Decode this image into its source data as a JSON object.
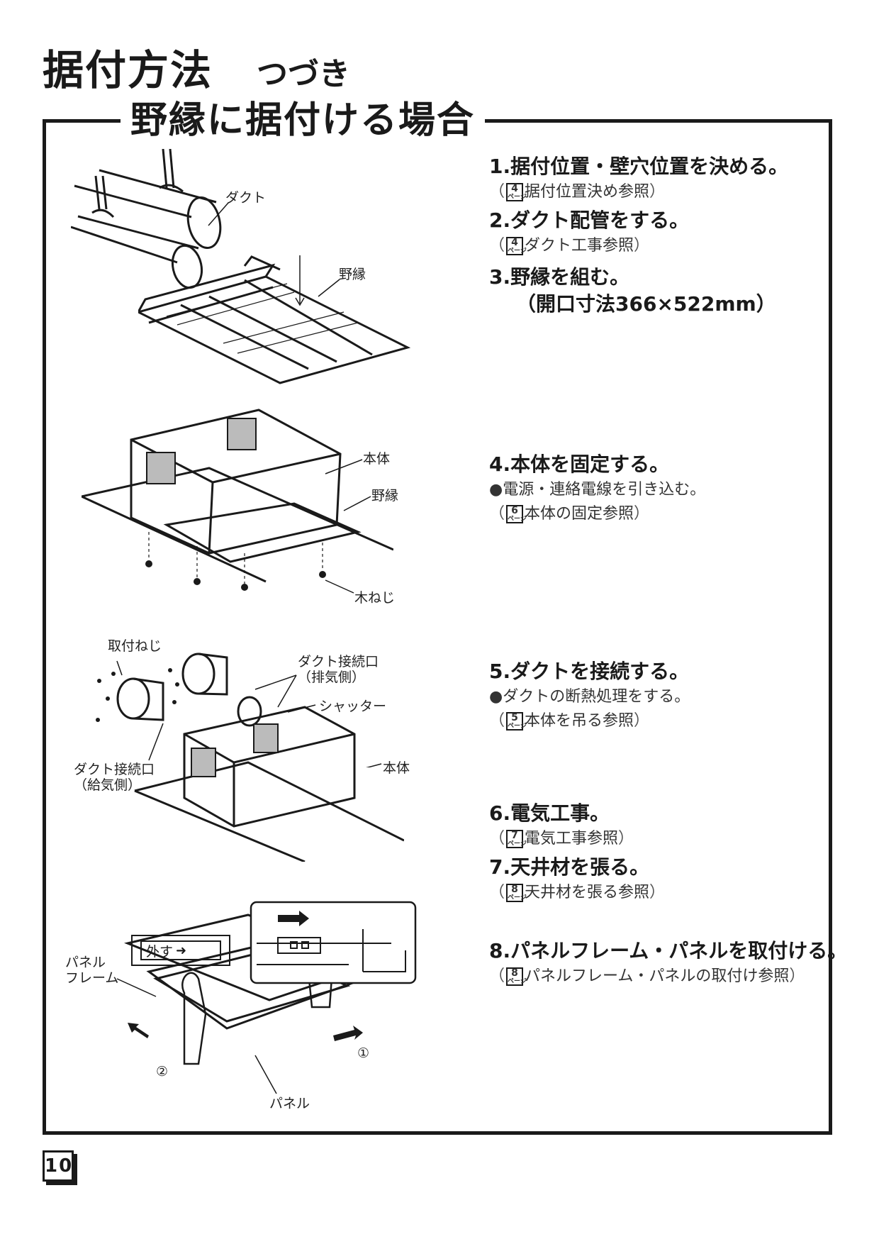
{
  "header": {
    "title": "据付方法",
    "subtitle": "つづき"
  },
  "section": {
    "heading": "野縁に据付ける場合"
  },
  "steps": [
    {
      "title": "1.据付位置・壁穴位置を決める。",
      "refs": [
        {
          "page": "4",
          "text": "据付位置決め参照"
        }
      ]
    },
    {
      "title": "2.ダクト配管をする。",
      "refs": [
        {
          "page": "4",
          "text": "ダクト工事参照"
        }
      ]
    },
    {
      "title": "3.野縁を組む。",
      "title2": "（開口寸法366×522mm）"
    },
    {
      "title": "4.本体を固定する。",
      "note": "●電源・連絡電線を引き込む。",
      "refs": [
        {
          "page": "6",
          "text": "本体の固定参照"
        }
      ]
    },
    {
      "title": "5.ダクトを接続する。",
      "note": "●ダクトの断熱処理をする。",
      "refs": [
        {
          "page": "5",
          "text": "本体を吊る参照"
        }
      ]
    },
    {
      "title": "6.電気工事。",
      "refs": [
        {
          "page": "7",
          "text": "電気工事参照"
        }
      ]
    },
    {
      "title": "7.天井材を張る。",
      "refs": [
        {
          "page": "8",
          "text": "天井材を張る参照"
        }
      ]
    },
    {
      "title": "8.パネルフレーム・パネルを取付ける。",
      "refs": [
        {
          "page": "8",
          "text": "パネルフレーム・パネルの取付け参照"
        }
      ]
    }
  ],
  "ref_badge_suffix": "ページ",
  "paren_open": "（",
  "paren_close": "）",
  "labels": {
    "duct": "ダクト",
    "nobuchi1": "野縁",
    "body1": "本体",
    "nobuchi2": "野縁",
    "wood_screw": "木ねじ",
    "mount_screw": "取付ねじ",
    "duct_port_exhaust_1": "ダクト接続口",
    "duct_port_exhaust_2": "（排気側）",
    "shutter": "シャッター",
    "duct_port_supply_1": "ダクト接続口",
    "duct_port_supply_2": "（給気側）",
    "body2": "本体",
    "remove": "外す",
    "panel_frame_1": "パネル",
    "panel_frame_2": "フレーム",
    "panel": "パネル",
    "circle1": "①",
    "circle2": "②"
  },
  "footer": {
    "page_number": "10"
  }
}
